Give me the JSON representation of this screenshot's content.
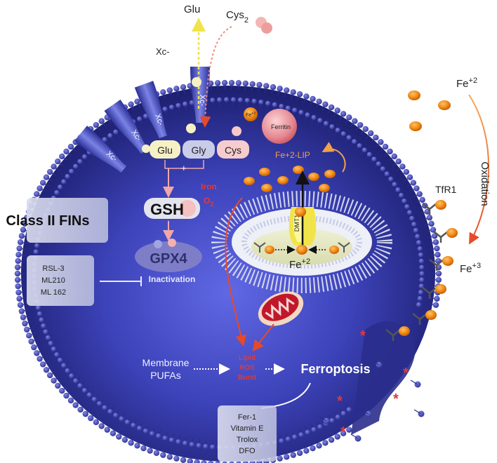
{
  "labels": {
    "glu_out": "Glu",
    "cys2": "Cys",
    "cys2_sub": "2",
    "xc_label": "Xc-",
    "xc_transporter": "Xc-",
    "ferritin": "Ferritin",
    "fe3_small": "Fe",
    "fe3_small_sup": "+3",
    "fe2_lip": "Fe+2-LIP",
    "aa_glu": "Glu",
    "aa_gly": "Gly",
    "aa_cys": "Cys",
    "plus": "+",
    "gsh": "GSH",
    "gpx4": "GPX4",
    "inactivation": "Inactivation",
    "iron": "Iron",
    "o2": "O",
    "o2_sub": "2",
    "dmt1": "DMT1",
    "fe2_endo": "Fe",
    "fe2_endo_sup": "+2",
    "fe2_ext": "Fe",
    "fe2_ext_sup": "+2",
    "oxidation": "Oxidation",
    "tfr1": "TfR1",
    "fe3_ext": "Fe",
    "fe3_ext_sup": "+3",
    "class2_fins": "Class II FINs",
    "inhibitors": [
      "RSL-3",
      "ML210",
      "ML 162"
    ],
    "membrane_pufas": [
      "Membrane",
      "PUFAs"
    ],
    "lipid_ros": [
      "Lipid",
      "ROS",
      "Burst"
    ],
    "ferroptosis": "Ferroptosis",
    "protectors": [
      "Fer-1",
      "Vitamin E",
      "Trolox",
      "DFO"
    ]
  },
  "colors": {
    "cell": "#3a3fb0",
    "cell_core": "#4d57d6",
    "membrane_head": "#3b3f9e",
    "iron_orange": "#f0820f",
    "red_text": "#e03a3a",
    "arrow_orange": "#f2a14a"
  }
}
